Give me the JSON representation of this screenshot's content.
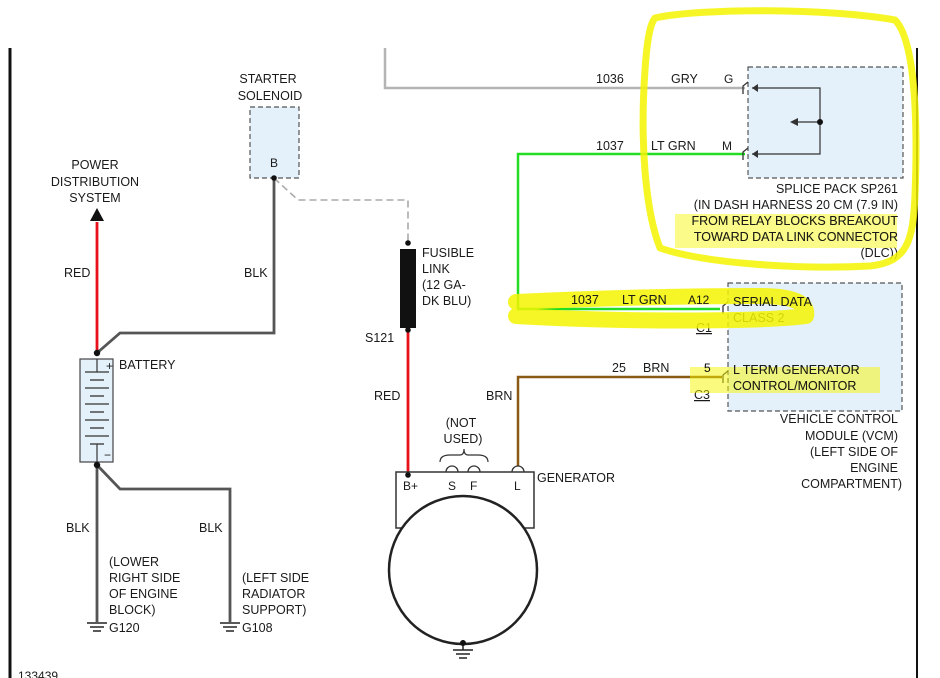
{
  "components": {
    "power_distribution": [
      "POWER",
      "DISTRIBUTION",
      "SYSTEM"
    ],
    "starter_solenoid": [
      "STARTER",
      "SOLENOID"
    ],
    "starter_terminal": "B",
    "battery": "BATTERY",
    "battery_plus": "+",
    "battery_minus": "−",
    "fusible_link": [
      "FUSIBLE",
      "LINK",
      "(12 GA-",
      "DK BLU)"
    ],
    "splice": "S121",
    "not_used": [
      "(NOT",
      "USED)"
    ],
    "generator": "GENERATOR",
    "generator_terminals": [
      "B+",
      "S",
      "F",
      "L"
    ],
    "splice_pack": [
      "SPLICE PACK SP261",
      "(IN DASH HARNESS 20 CM (7.9 IN)",
      "FROM RELAY BLOCKS BREAKOUT",
      "TOWARD DATA LINK CONNECTOR",
      "(DLC))"
    ],
    "vcm": [
      "VEHICLE CONTROL",
      "MODULE (VCM)",
      "(LEFT SIDE OF",
      "ENGINE",
      "COMPARTMENT)"
    ],
    "vcm_pins": {
      "serial": {
        "pin": "A12",
        "connector": "C1",
        "label": [
          "SERIAL DATA",
          "CLASS 2"
        ]
      },
      "lterm": {
        "pin": "5",
        "connector": "C3",
        "label": [
          "L TERM GENERATOR",
          "CONTROL/MONITOR"
        ]
      }
    },
    "splice_pins": {
      "g": "G",
      "m": "M"
    }
  },
  "wires": {
    "w1036": {
      "circuit": "1036",
      "color": "GRY"
    },
    "w1037_top": {
      "circuit": "1037",
      "color": "LT GRN"
    },
    "w1037_bottom": {
      "circuit": "1037",
      "color": "LT GRN"
    },
    "w25": {
      "circuit": "25",
      "color": "BRN"
    },
    "brn_vertical": "BRN",
    "red_left": "RED",
    "red_mid": "RED",
    "blk_starter": "BLK",
    "blk_ground1": "BLK",
    "blk_ground2": "BLK"
  },
  "grounds": {
    "g120": {
      "id": "G120",
      "location": [
        "(LOWER",
        "RIGHT SIDE",
        "OF ENGINE",
        "BLOCK)"
      ]
    },
    "g108": {
      "id": "G108",
      "location": [
        "(LEFT SIDE",
        "RADIATOR",
        "SUPPORT)"
      ]
    }
  },
  "figure_id": "133439",
  "colors": {
    "red": "#e8101a",
    "blk": "#555555",
    "gry": "#b4b4b4",
    "lt_grn": "#22dd22",
    "brn": "#8a5a14",
    "highlight": "#f5f500",
    "box_fill": "#e4f0fa"
  }
}
